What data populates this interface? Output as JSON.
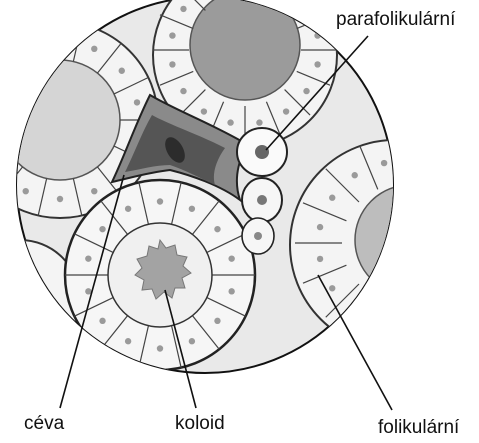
{
  "labels": {
    "parafolikularni": "parafolikulární",
    "ceva": "céva",
    "koloid": "koloid",
    "folikularni": "folikulární"
  },
  "colors": {
    "ink": "#111111",
    "tissue": "#e9e9e9",
    "cell_fill": "#f6f6f6",
    "colloid": "#a8a8a8",
    "vessel_dark": "#555555",
    "vessel_mid": "#8a8a8a"
  }
}
